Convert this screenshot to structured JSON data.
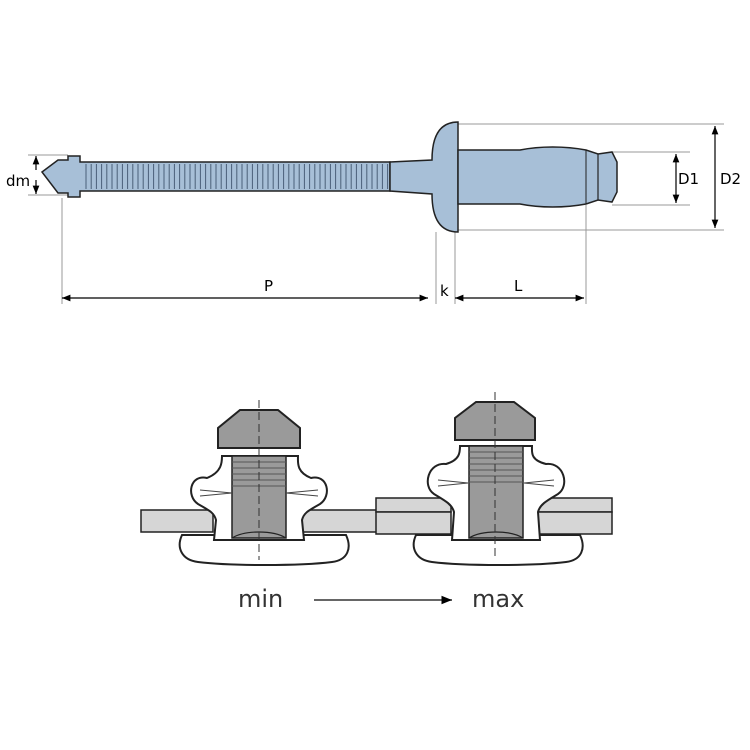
{
  "dimensions": {
    "dm": "dm",
    "P": "P",
    "k": "k",
    "L": "L",
    "D1": "D1",
    "D2": "D2"
  },
  "grip_range": {
    "min_label": "min",
    "max_label": "max"
  },
  "colors": {
    "rivet_fill": "#a7bfd7",
    "rivet_stroke": "#222222",
    "mandrel_grey": "#9a9a9a",
    "plate_fill": "#d6d6d6",
    "dimension_line": "#999999"
  }
}
